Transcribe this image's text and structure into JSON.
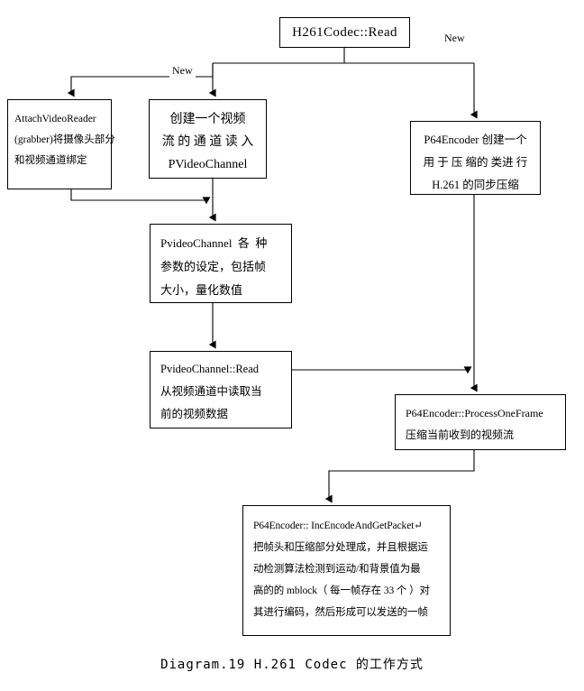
{
  "diagram": {
    "caption": "Diagram.19 H.261 Codec 的工作方式",
    "nodes": {
      "top": {
        "id": "h261codec-read",
        "lines": [
          "H261Codec::Read"
        ]
      },
      "attach_video_reader": {
        "id": "attach-video-reader",
        "lines": [
          "AttachVideoReader",
          "(grabber)将摄像头部分",
          "和视频通道绑定"
        ]
      },
      "create_channel": {
        "id": "create-video-channel",
        "lines": [
          "创建一个视频",
          "流 的 通 道 读 入",
          "PVideoChannel"
        ]
      },
      "p64encoder": {
        "id": "p64encoder-create",
        "lines": [
          "P64Encoder 创建一个",
          "用 于 压 缩的 类进 行",
          "H.261 的同步压缩"
        ]
      },
      "channel_params": {
        "id": "pvideochannel-params",
        "lines": [
          "PvideoChannel  各  种",
          "参数的设定，包括帧",
          "大小，量化数值"
        ]
      },
      "channel_read": {
        "id": "pvideochannel-read",
        "lines": [
          "PvideoChannel::Read",
          "从视频通道中读取当",
          "前的视频数据"
        ]
      },
      "process_one_frame": {
        "id": "p64encoder-processoneframe",
        "lines": [
          "P64Encoder::ProcessOneFrame",
          "压缩当前收到的视频流"
        ]
      },
      "inc_encode": {
        "id": "p64encoder-incencodeandgetpacket",
        "lines": [
          "P64Encoder:: IncEncodeAndGetPacket↵",
          "把帧头和压缩部分处理成，并且根据运",
          "动检测算法检测到运动/和背景值为最",
          "高的的 mblock（ 每一帧存在 33 个 ）对",
          "其进行编码，然后形成可以发送的一帧"
        ]
      }
    },
    "edge_labels": {
      "new_left": "New",
      "new_right": "New"
    },
    "colors": {
      "stroke": "#000000",
      "background": "#ffffff",
      "text": "#000000"
    }
  }
}
